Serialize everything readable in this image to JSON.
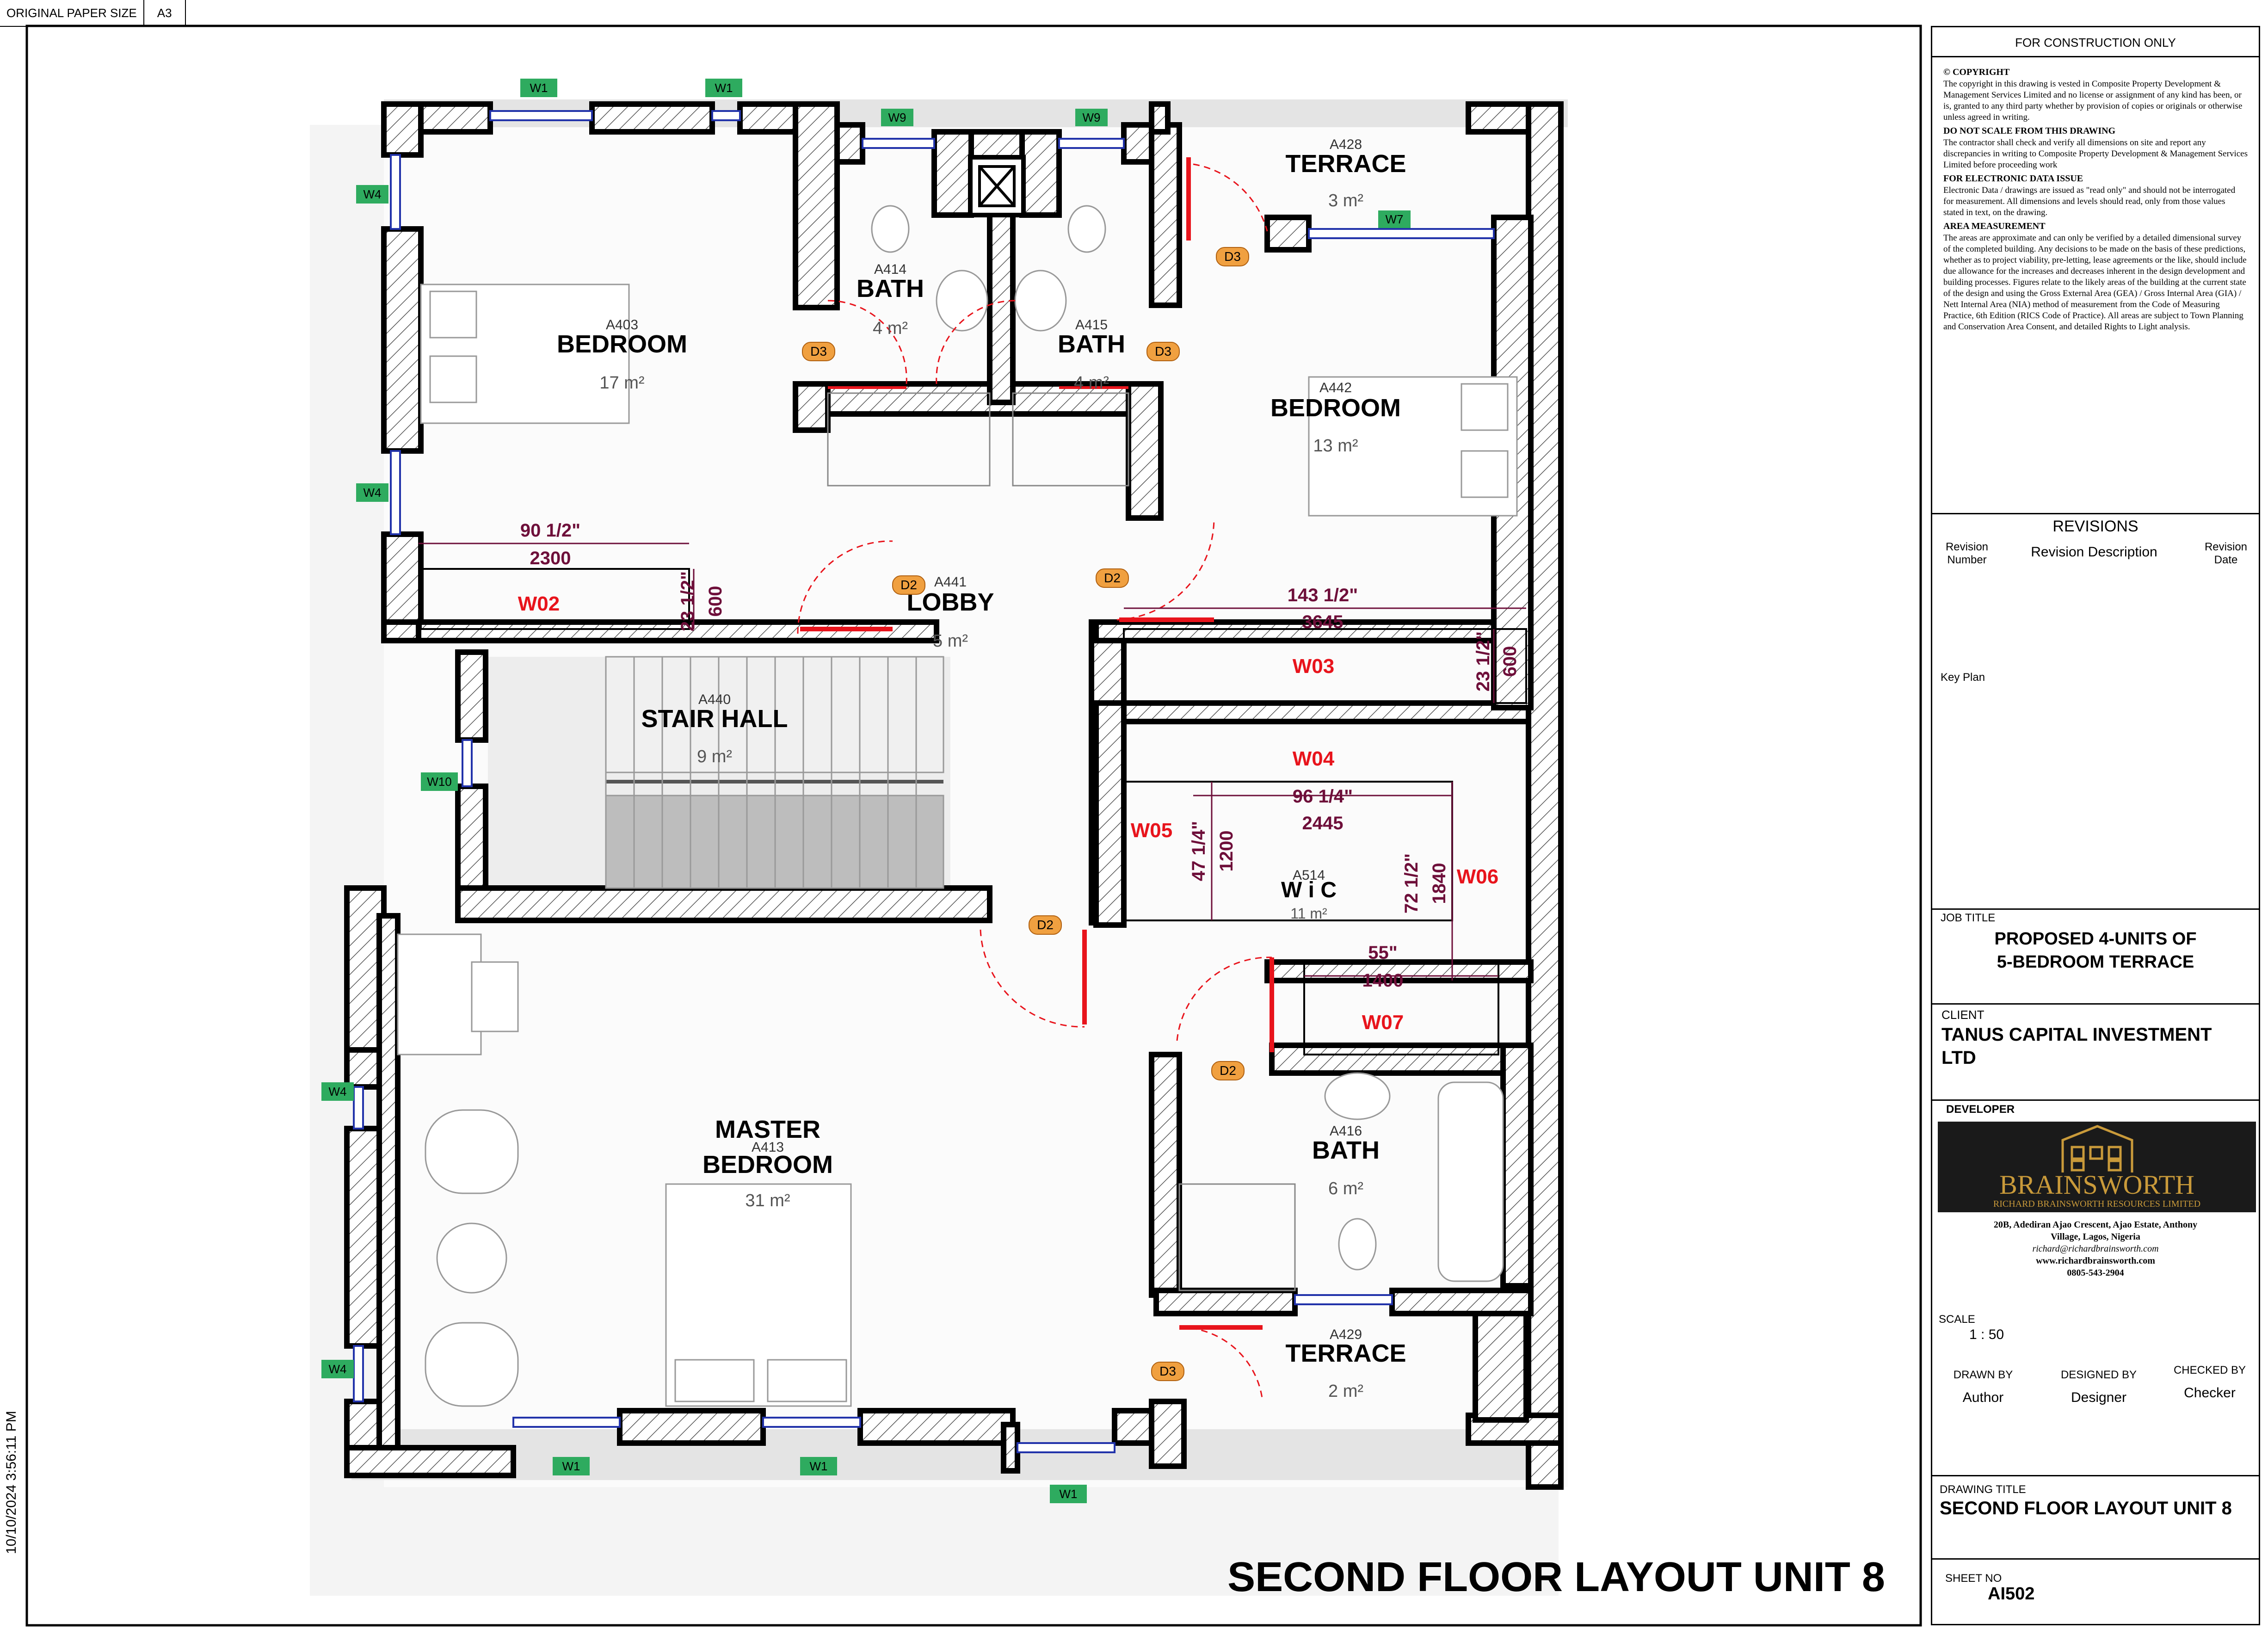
{
  "paper": {
    "label": "ORIGINAL PAPER SIZE",
    "size": "A3"
  },
  "timestamp": "10/10/2024 3:56:11 PM",
  "title": "SECOND FLOOR LAYOUT UNIT 8",
  "rooms": [
    {
      "id": "A403",
      "name": "BEDROOM",
      "area": "17 m²"
    },
    {
      "id": "A414",
      "name": "BATH",
      "area": "4 m²"
    },
    {
      "id": "A415",
      "name": "BATH",
      "area": "4 m²"
    },
    {
      "id": "A428",
      "name": "TERRACE",
      "area": "3 m²"
    },
    {
      "id": "A442",
      "name": "BEDROOM",
      "area": "13 m²"
    },
    {
      "id": "A441",
      "name": "LOBBY",
      "area": "5 m²"
    },
    {
      "id": "A440",
      "name": "STAIR HALL",
      "area": "9 m²"
    },
    {
      "id": "A514",
      "name": "W i C",
      "area": "11 m²"
    },
    {
      "id": "A413",
      "name1": "MASTER",
      "name2": "BEDROOM",
      "area": "31 m²"
    },
    {
      "id": "A416",
      "name": "BATH",
      "area": "6 m²"
    },
    {
      "id": "A429",
      "name": "TERRACE",
      "area": "2 m²"
    }
  ],
  "tags": {
    "w1": "W1",
    "w4": "W4",
    "w7": "W7",
    "w9": "W9",
    "w10": "W10",
    "d2": "D2",
    "d3": "D3"
  },
  "wardrobes": {
    "w02": "W02",
    "w03": "W03",
    "w04": "W04",
    "w05": "W05",
    "w06": "W06",
    "w07": "W07"
  },
  "dims": {
    "d1_in": "90 1/2\"",
    "d1_mm": "2300",
    "d2_in": "23 1/2\"",
    "d2_mm": "600",
    "d3_in": "143 1/2\"",
    "d3_mm": "3645",
    "d4_in": "23 1/2\"",
    "d4_mm": "600",
    "d5_in": "96 1/4\"",
    "d5_mm": "2445",
    "d6_in": "47 1/4\"",
    "d6_mm": "1200",
    "d7_in": "72 1/2\"",
    "d7_mm": "1840",
    "d8_in": "55\"",
    "d8_mm": "1400"
  },
  "sheet": {
    "header": "FOR CONSTRUCTION ONLY",
    "notes": [
      {
        "h": "© COPYRIGHT",
        "t": "The copyright in this drawing is vested in  Composite Property Development & Management Services Limited and no license or assignment of any kind has been, or is, granted to any third party whether by provision of copies or originals or otherwise unless agreed in writing."
      },
      {
        "h": "DO NOT SCALE FROM THIS DRAWING",
        "t": "The contractor shall check and verify all dimensions on site and report any discrepancies in writing to  Composite Property Development & Management Services Limited before proceeding work"
      },
      {
        "h": "FOR ELECTRONIC DATA ISSUE",
        "t": "Electronic Data / drawings are issued as \"read only\" and should not be interrogated for measurement. All dimensions and levels should read, only from those values stated in text, on the drawing."
      },
      {
        "h": "AREA MEASUREMENT",
        "t": "The areas are approximate and can only be verified by a detailed dimensional survey of the completed building. Any decisions to be made on the basis of these predictions, whether as to project viability, pre-letting, lease agreements or the like, should include due allowance for the increases and decreases inherent in the design development and building processes. Figures relate to the likely areas of the building at the current state of the design and using the Gross External Area (GEA) / Gross Internal Area (GIA) / Nett Internal Area (NIA) method of measurement from the Code of Measuring Practice, 6th Edition (RICS Code of Practice). All areas are subject to Town Planning and Conservation Area Consent, and detailed Rights to Light analysis."
      }
    ],
    "revisions_title": "REVISIONS",
    "rev_number": "Revision Number",
    "rev_desc": "Revision Description",
    "rev_date": "Revision Date",
    "key_plan": "Key Plan",
    "job_title_label": "JOB TITLE",
    "job_title_1": "PROPOSED 4-UNITS OF",
    "job_title_2": "5-BEDROOM TERRACE",
    "client_label": "CLIENT",
    "client_1": "TANUS CAPITAL INVESTMENT",
    "client_2": "LTD",
    "developer_label": "DEVELOPER",
    "logo_name": "BRAINSWORTH",
    "logo_sub": "RICHARD BRAINSWORTH RESOURCES LIMITED",
    "address_1": "20B,  Adediran  Ajao Crescent, Ajao Estate, Anthony",
    "address_2": "Village, Lagos, Nigeria",
    "email": "richard@richardbrainsworth.com",
    "web": "www.richardbrainsworth.com",
    "phone": "0805-543-2904",
    "scale_label": "SCALE",
    "scale": "1 : 50",
    "drawn_by_label": "DRAWN BY",
    "drawn_by": "Author",
    "designed_by_label": "DESIGNED BY",
    "designed_by": "Designer",
    "checked_by_label": "CHECKED BY",
    "checked_by": "Checker",
    "drawing_title_label": "DRAWING TITLE",
    "drawing_title": "SECOND FLOOR LAYOUT UNIT 8",
    "sheet_no_label": "SHEET NO",
    "sheet_no": "AI502"
  },
  "colors": {
    "wall": "#000000",
    "hatch": "#555555",
    "tag_green": "#2eab5f",
    "tag_orange": "#f0a040",
    "dim": "#6e0f3a",
    "red": "#e8141c"
  }
}
